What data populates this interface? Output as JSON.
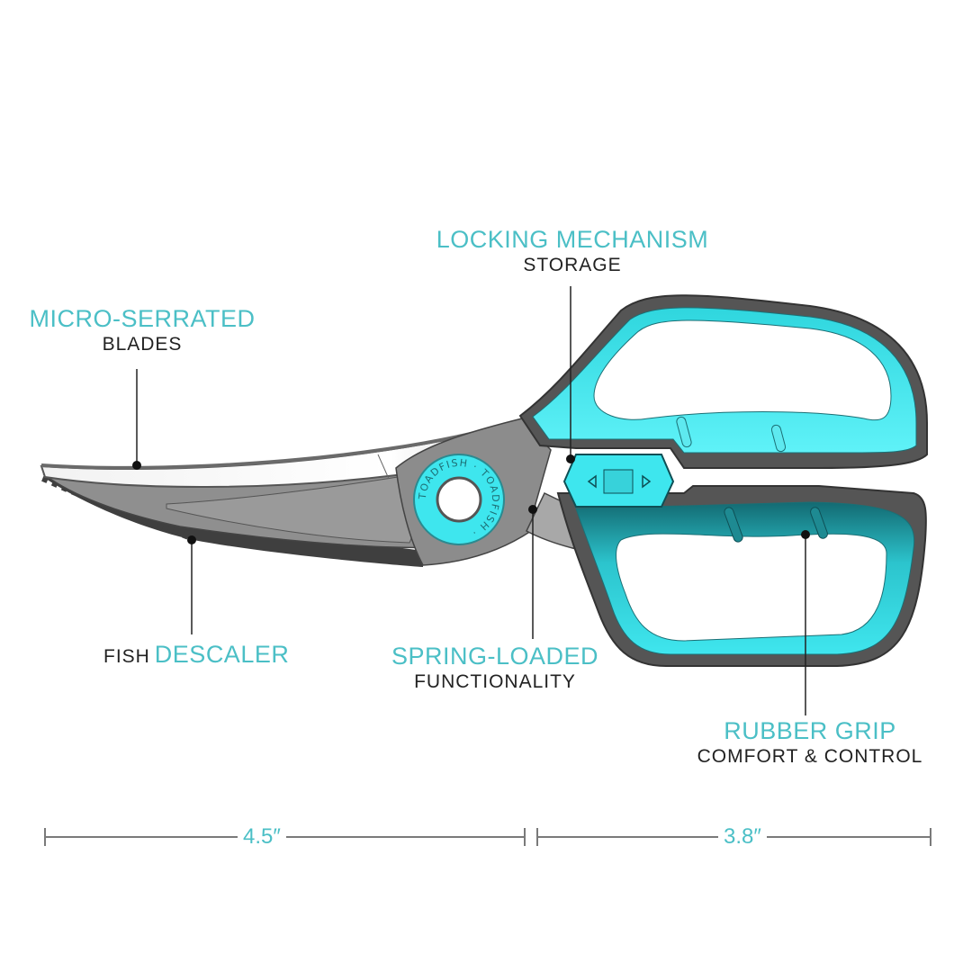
{
  "callouts": {
    "micro_serrated": {
      "title": "MICRO-SERRATED",
      "subtitle": "BLADES"
    },
    "locking": {
      "title": "LOCKING MECHANISM",
      "subtitle": "STORAGE"
    },
    "descaler": {
      "prefix": "FISH",
      "title": "DESCALER"
    },
    "spring": {
      "title": "SPRING-LOADED",
      "subtitle": "FUNCTIONALITY"
    },
    "grip": {
      "title": "RUBBER GRIP",
      "subtitle": "COMFORT & CONTROL"
    }
  },
  "dimensions": {
    "blade_length": "4.5″",
    "handle_length": "3.8″"
  },
  "brand": {
    "pivot_text": "TOADFISH"
  },
  "colors": {
    "accent": "#4bbfc6",
    "handle_rubber": "#3fe6ee",
    "frame": "#5a5a5a",
    "blade": "#9a9a9a",
    "text": "#222222"
  }
}
